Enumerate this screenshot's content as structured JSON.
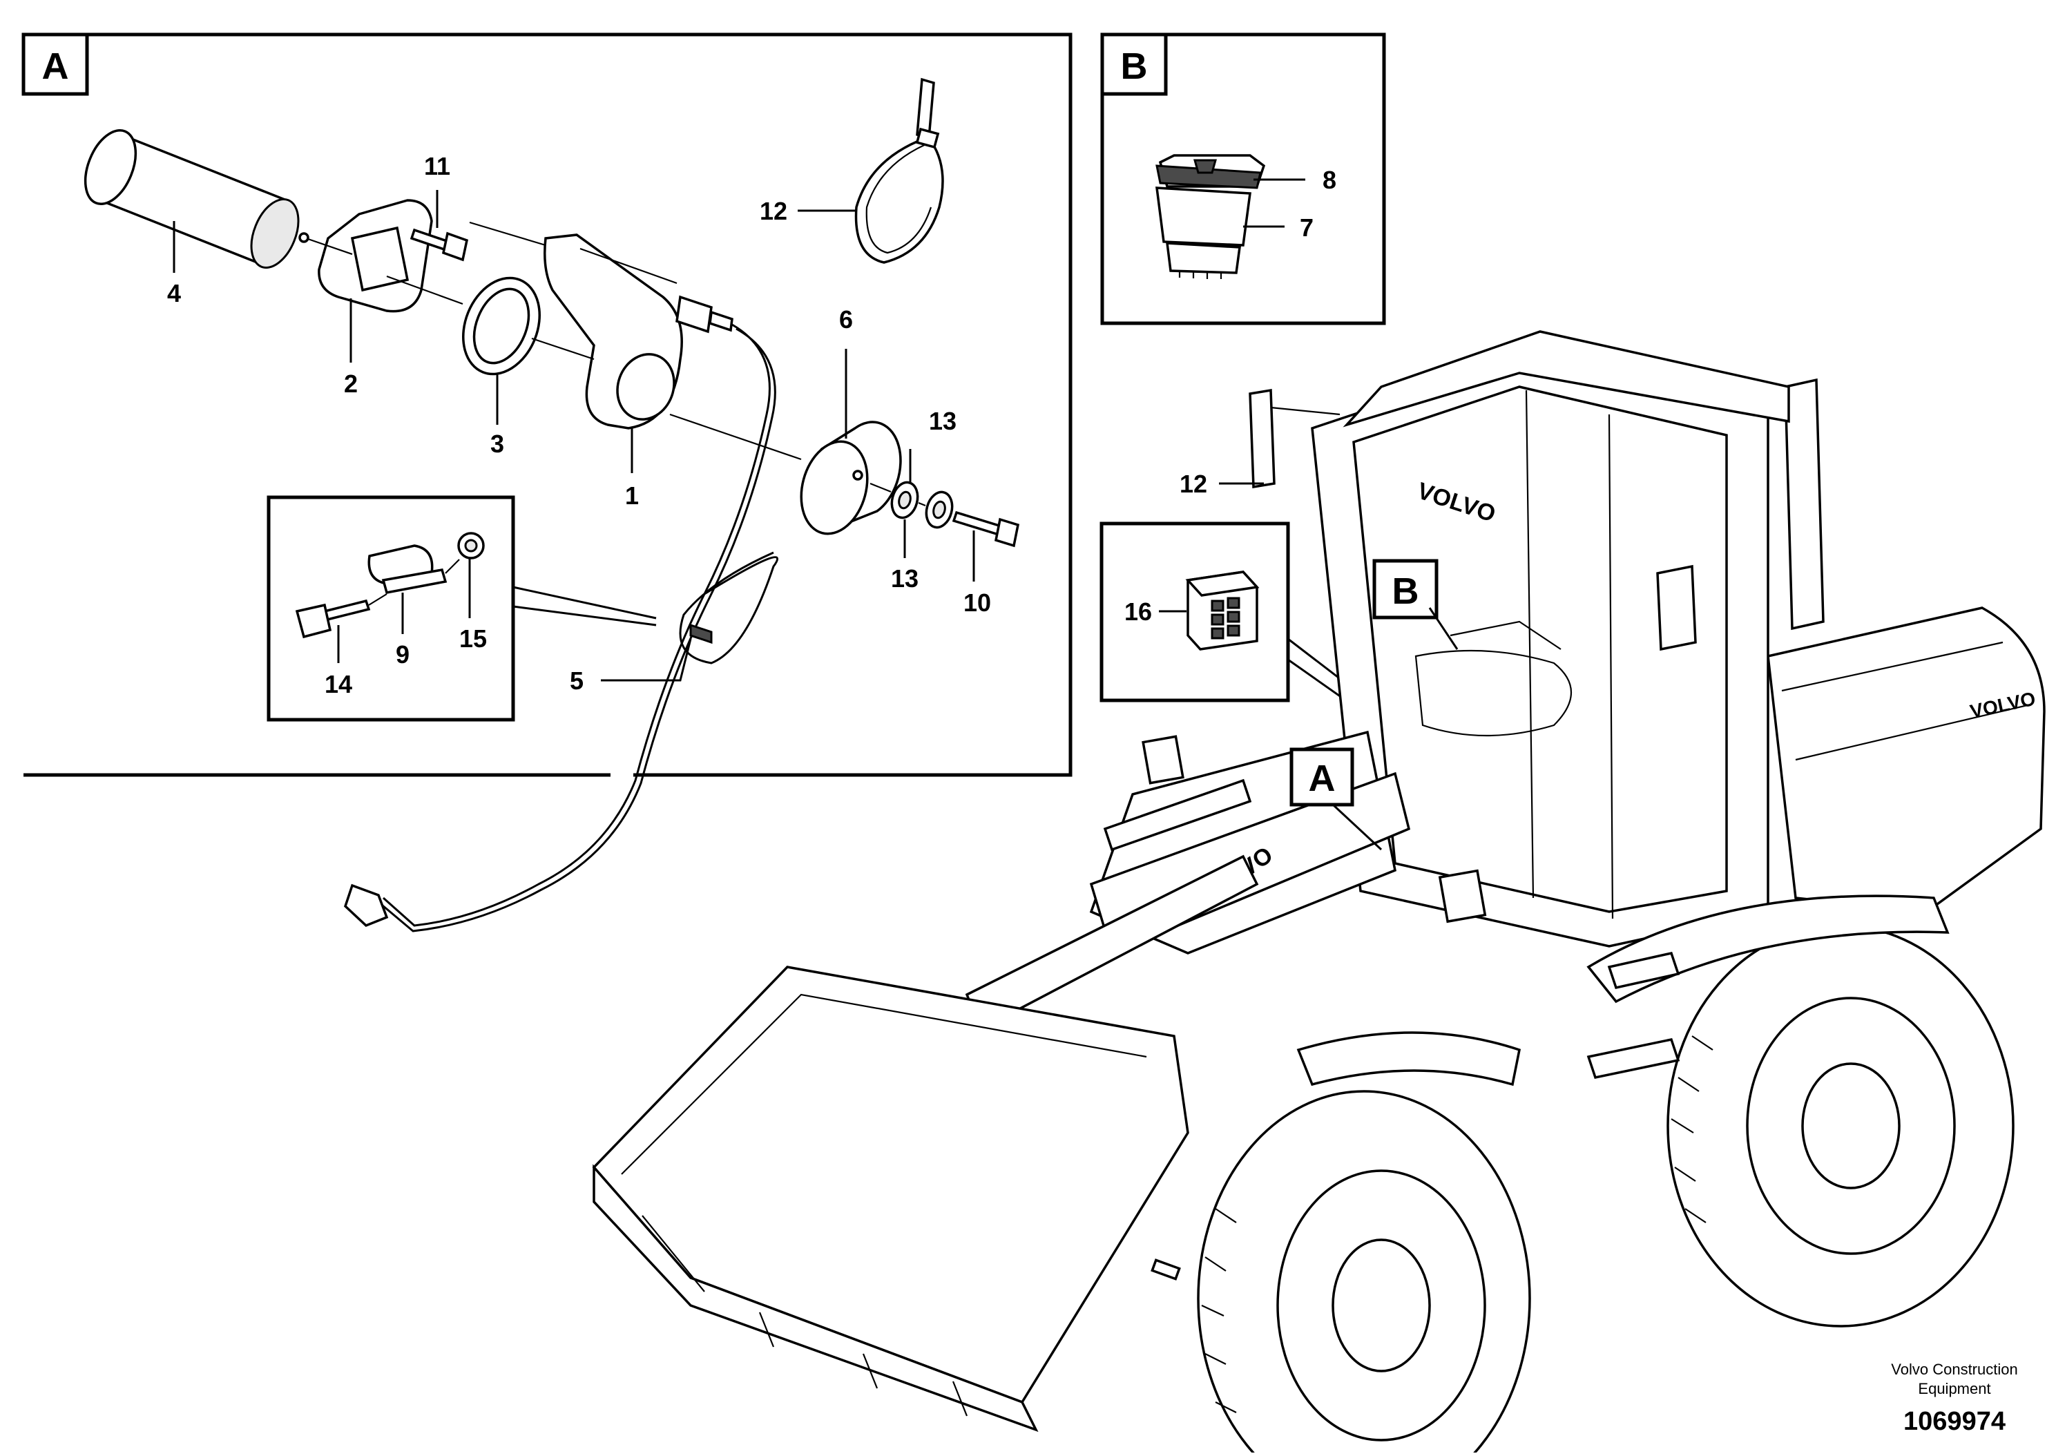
{
  "views": {
    "a": {
      "letter": "A"
    },
    "b": {
      "letter": "B"
    }
  },
  "machine_callouts": {
    "a": "A",
    "b": "B"
  },
  "part_labels": {
    "p1": "1",
    "p2": "2",
    "p3": "3",
    "p4": "4",
    "p5": "5",
    "p6": "6",
    "p7": "7",
    "p8": "8",
    "p9": "9",
    "p10": "10",
    "p11": "11",
    "p12": "12",
    "p12b": "12",
    "p13a": "13",
    "p13b": "13",
    "p14": "14",
    "p15": "15",
    "p16": "16"
  },
  "brand_marks": {
    "cab": "VOLVO",
    "arm": "VOLVO",
    "engine_hood": "VOLVO"
  },
  "footer": {
    "company_line1": "Volvo Construction",
    "company_line2": "Equipment",
    "drawing_number": "1069974"
  }
}
